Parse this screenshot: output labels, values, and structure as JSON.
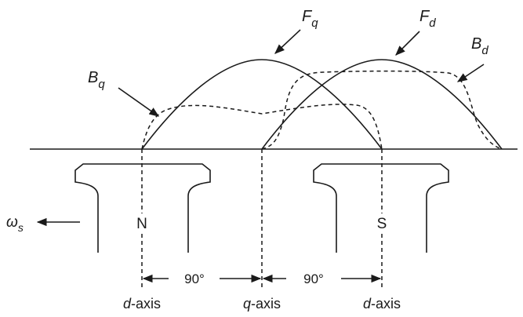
{
  "labels": {
    "Fq": {
      "main": "F",
      "sub": "q"
    },
    "Fd": {
      "main": "F",
      "sub": "d"
    },
    "Bq": {
      "main": "B",
      "sub": "q"
    },
    "Bd": {
      "main": "B",
      "sub": "d"
    },
    "omega": {
      "main": "ω",
      "sub": "s"
    }
  },
  "poles": {
    "north": "N",
    "south": "S"
  },
  "angles": {
    "first": "90°",
    "second": "90°"
  },
  "axes": {
    "d_left": {
      "prefix": "d",
      "suffix": "-axis"
    },
    "q_mid": {
      "prefix": "q",
      "suffix": "-axis"
    },
    "d_right": {
      "prefix": "d",
      "suffix": "-axis"
    }
  },
  "colors": {
    "ink": "#1a1a1a",
    "background": "#ffffff"
  }
}
